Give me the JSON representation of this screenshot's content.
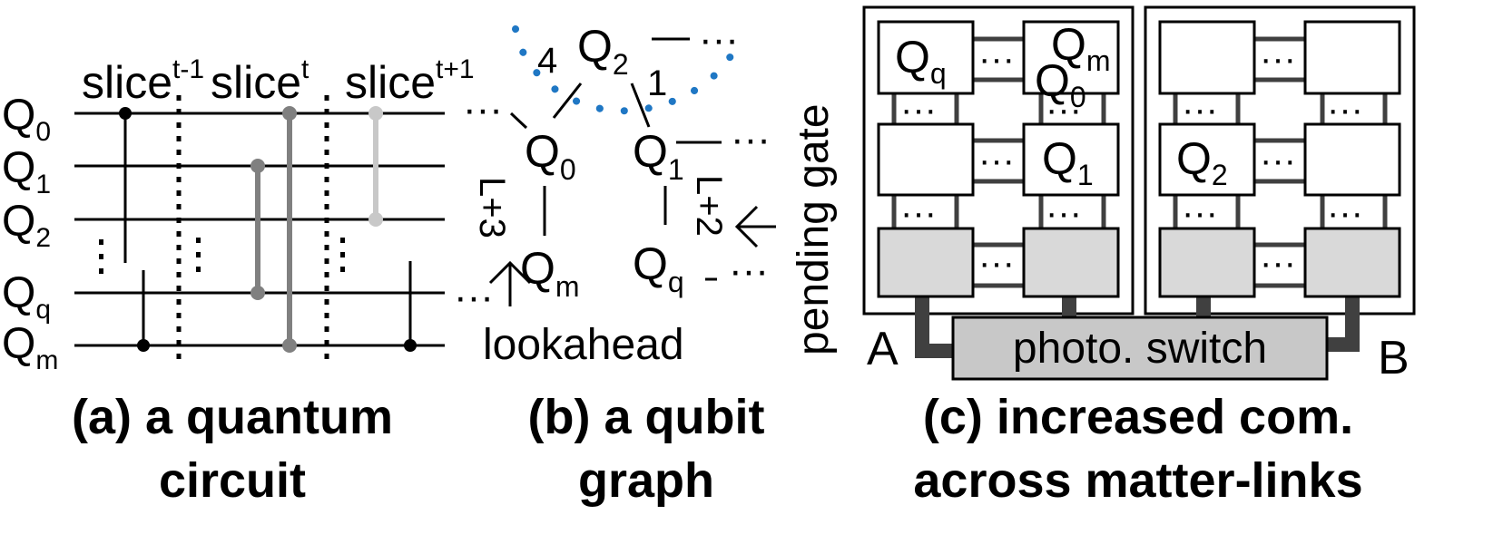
{
  "panel_a": {
    "slices": [
      {
        "base": "slice",
        "sub": "t-1"
      },
      {
        "base": "slice",
        "sub": "t"
      },
      {
        "base": "slice",
        "sub": "t+1"
      }
    ],
    "qubits": [
      {
        "base": "Q",
        "sub": "0"
      },
      {
        "base": "Q",
        "sub": "1"
      },
      {
        "base": "Q",
        "sub": "2"
      },
      {
        "base": "Q",
        "sub": "q"
      },
      {
        "base": "Q",
        "sub": "m"
      }
    ],
    "caption_line1": "(a) a quantum",
    "caption_line2": "circuit"
  },
  "panel_b": {
    "nodes": {
      "q2": {
        "base": "Q",
        "sub": "2"
      },
      "q0": {
        "base": "Q",
        "sub": "0"
      },
      "q1": {
        "base": "Q",
        "sub": "1"
      },
      "qm": {
        "base": "Q",
        "sub": "m"
      },
      "qq": {
        "base": "Q",
        "sub": "q"
      }
    },
    "edge_weights": {
      "q2_q0": "4",
      "q2_q1": "1"
    },
    "lookahead_left": "L+3",
    "lookahead_right": "L+2",
    "lookahead_label": "lookahead",
    "pending_label": "pending gate",
    "ellipsis": "···",
    "caption_line1": "(b) a qubit",
    "caption_line2": "graph"
  },
  "panel_c": {
    "chip_a_label": "A",
    "chip_b_label": "B",
    "switch_label": "photo. switch",
    "qubit_labels": {
      "q_q": {
        "base": "Q",
        "sub": "q"
      },
      "q_m": {
        "base": "Q",
        "sub": "m"
      },
      "q_0": {
        "base": "Q",
        "sub": "0"
      },
      "q_1": {
        "base": "Q",
        "sub": "1"
      },
      "q_2": {
        "base": "Q",
        "sub": "2"
      }
    },
    "ellipsis": "···",
    "caption_line1": "(c) increased com.",
    "caption_line2": "across matter-links"
  },
  "colors": {
    "line": "#000000",
    "gate_dark": "#1a1a1a",
    "gate_mid": "#808080",
    "gate_light": "#c8c8c8",
    "dotted_blue": "#1f77c4",
    "chip_fill": "#d9d9d9",
    "switch_fill": "#c8c8c8",
    "link": "#404040"
  }
}
